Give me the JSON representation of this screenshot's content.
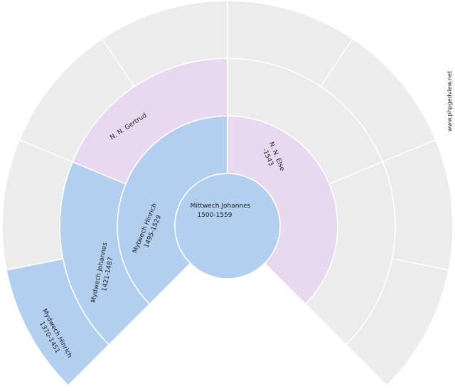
{
  "chart_data": {
    "type": "fan",
    "title": "",
    "center": [
      320,
      318
    ],
    "start_angle_deg": 225,
    "end_angle_deg": -45,
    "rings": [
      {
        "inner": 0,
        "outer": 74
      },
      {
        "inner": 74,
        "outer": 155
      },
      {
        "inner": 155,
        "outer": 236
      },
      {
        "inner": 236,
        "outer": 317
      }
    ],
    "colors": {
      "male": "#b3cff0",
      "female": "#e8d8f0",
      "empty": "#ececec",
      "separator": "#ffffff"
    },
    "people": [
      {
        "id": "root",
        "generation": 0,
        "slot": 0,
        "name": "Mittwech Johannes",
        "dates": "1500-1559",
        "sex": "male"
      },
      {
        "id": "father",
        "generation": 1,
        "slot": 0,
        "name": "Mytwech Hinrich",
        "dates": "1495-1529",
        "sex": "male"
      },
      {
        "id": "mother",
        "generation": 1,
        "slot": 1,
        "name": "N. N. Else",
        "dates": "-1543",
        "sex": "female"
      },
      {
        "id": "ff",
        "generation": 2,
        "slot": 0,
        "name": "Mydwech Johannes",
        "dates": "1421-1487",
        "sex": "male"
      },
      {
        "id": "fm",
        "generation": 2,
        "slot": 1,
        "name": "N. N. Gertrud",
        "dates": "",
        "sex": "female"
      },
      {
        "id": "fff",
        "generation": 3,
        "slot": 0,
        "name": "Mydwech Hinrich",
        "dates": "1370-1451",
        "sex": "male"
      }
    ]
  },
  "labels": {
    "root_name": "Mittwech Johannes",
    "root_dates": "1500-1559",
    "father_name": "Mytwech Hinrich",
    "father_dates": "1495-1529",
    "mother_name": "N. N. Else",
    "mother_dates": "-1543",
    "ff_name": "Mydwech Johannes",
    "ff_dates": "1421-1487",
    "fm_name": "N. N. Gertrud",
    "fff_name": "Mydwech Hinrich",
    "fff_dates": "1370-1451"
  },
  "watermark": "www.phpgedview.net"
}
